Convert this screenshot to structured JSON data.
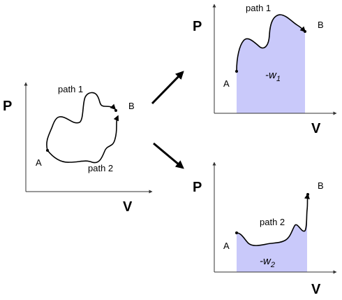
{
  "colors": {
    "work_fill": "#c9c9fa",
    "curve": "#000000",
    "axis": "#333333"
  },
  "labels": {
    "P": "P",
    "V": "V",
    "A": "A",
    "B": "B",
    "path1": "path 1",
    "path2": "path 2",
    "w_prefix": "-w",
    "w1_sub": "1",
    "w2_sub": "2"
  },
  "icons": [
    "arrow-up-right-icon",
    "arrow-down-right-icon"
  ]
}
